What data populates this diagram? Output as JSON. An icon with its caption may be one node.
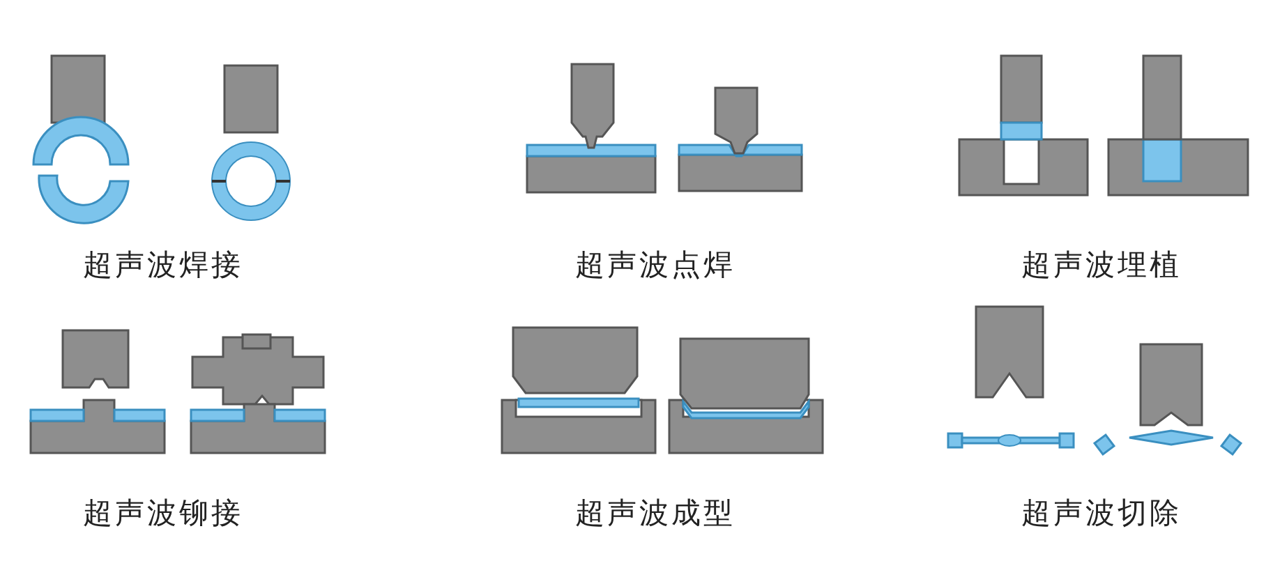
{
  "diagram": {
    "labels": [
      "超声波焊接",
      "超声波点焊",
      "超声波埋植",
      "超声波铆接",
      "超声波成型",
      "超声波切除"
    ]
  }
}
